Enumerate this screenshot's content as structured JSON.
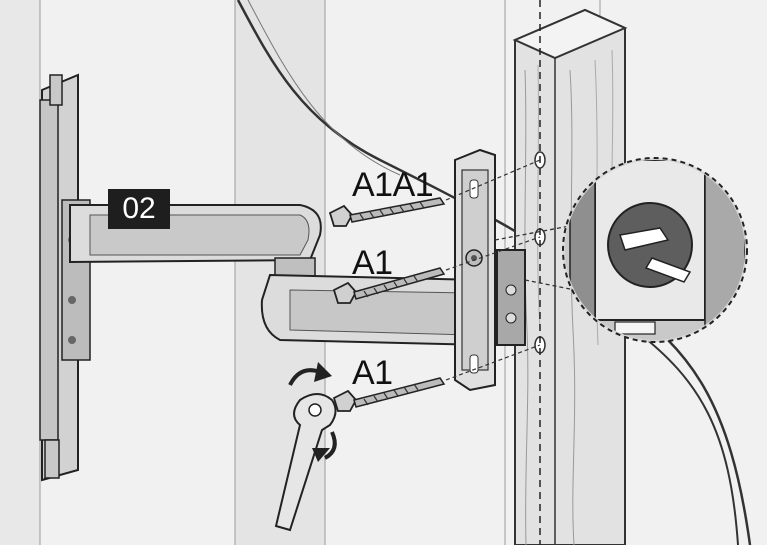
{
  "step": {
    "number": "02"
  },
  "callouts": [
    {
      "label": "A1A1"
    },
    {
      "label": "A1"
    },
    {
      "label": "A1"
    }
  ],
  "colors": {
    "line": "#2a2a2a",
    "wall": "#ededed",
    "metal": "#d8d8d8",
    "wood": "#e6e6e6"
  },
  "icons": [
    "screw-icon",
    "wrench-icon",
    "rotate-arrow-icon",
    "magnifier-detail-icon"
  ]
}
